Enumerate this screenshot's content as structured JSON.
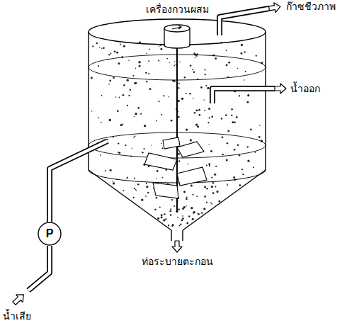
{
  "diagram": {
    "nodes": [
      {
        "text": [
          "P"
        ]
      }
    ],
    "labels": [
      "ก๊าซชีวภาพ",
      "เครื่องกวนผสม",
      "น้ำออก",
      "ท่อระบายตะกอน",
      "น้ำเสีย"
    ]
  }
}
